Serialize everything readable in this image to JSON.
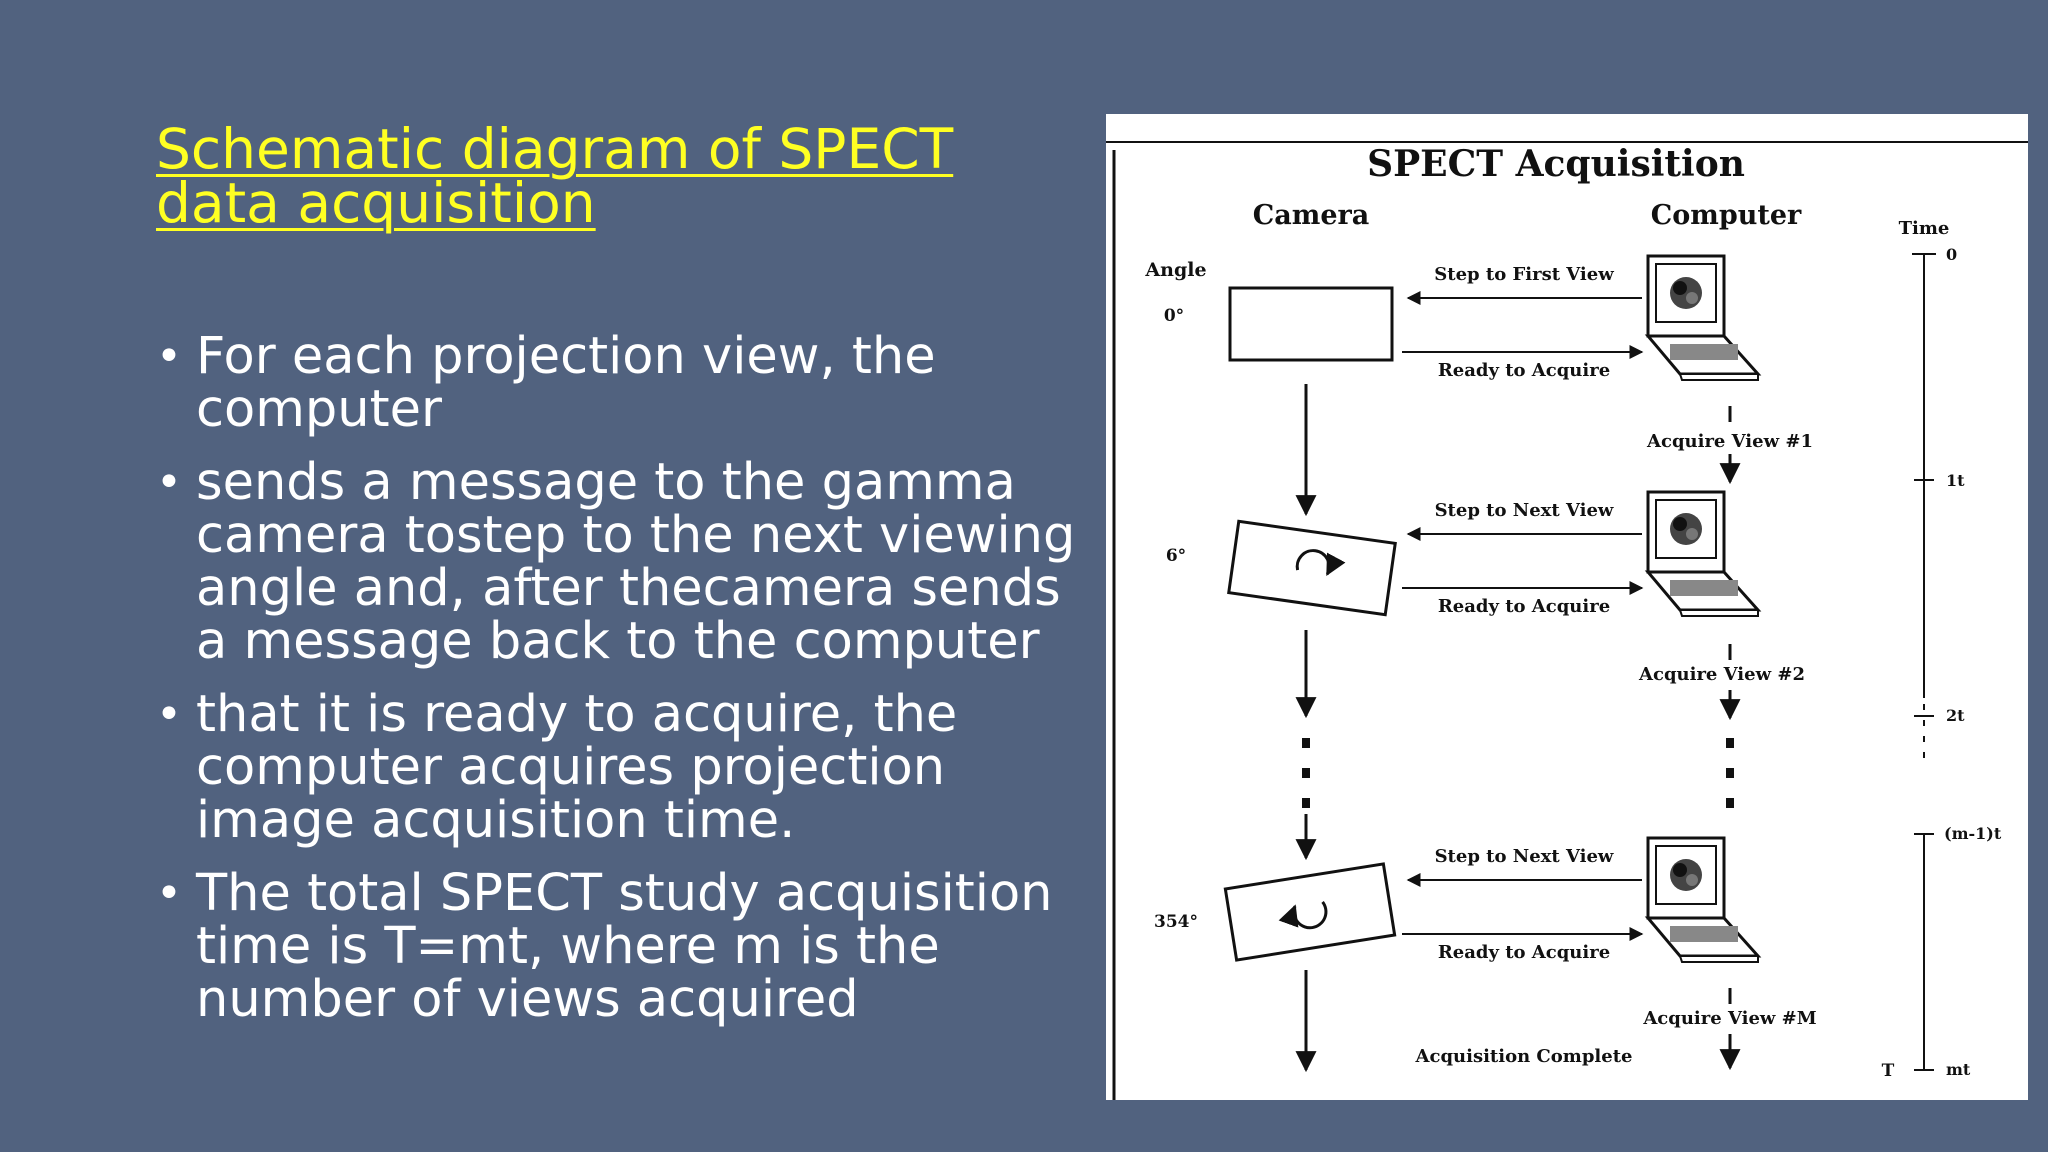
{
  "slide": {
    "title": "Schematic diagram of SPECT data acquisition",
    "bullets": [
      "For each projection view, the computer",
      "sends a message to the gamma camera tostep to the next viewing angle and, after thecamera sends a message back to the computer",
      "that it is ready to acquire, the computer acquires projection image acquisition time.",
      " The total SPECT study acquisition time is T=mt, where m is the number of views acquired"
    ],
    "bullet_glyph": "•"
  },
  "diagram": {
    "title": "SPECT Acquisition",
    "camera_header": "Camera",
    "computer_header": "Computer",
    "time_header": "Time",
    "angle_header": "Angle",
    "angles": [
      "0°",
      "6°",
      "354°"
    ],
    "steps": [
      {
        "request": "Step to First View",
        "reply": "Ready to Acquire",
        "acquire": "Acquire View #1"
      },
      {
        "request": "Step to Next View",
        "reply": "Ready to Acquire",
        "acquire": "Acquire View #2"
      },
      {
        "request": "Step to Next View",
        "reply": "Ready to Acquire",
        "acquire": "Acquire View #M"
      }
    ],
    "completion": "Acquisition Complete",
    "time_ticks": [
      "0",
      "1t",
      "2t",
      "(m-1)t",
      "mt"
    ],
    "time_total": "T",
    "colors": {
      "background": "#51627f",
      "title": "#ffff22",
      "text": "#ffffff",
      "diagram_ink": "#111111"
    },
    "icons": [
      "gamma-camera-detector-icon",
      "rotation-arrow-icon",
      "computer-terminal-icon"
    ]
  }
}
